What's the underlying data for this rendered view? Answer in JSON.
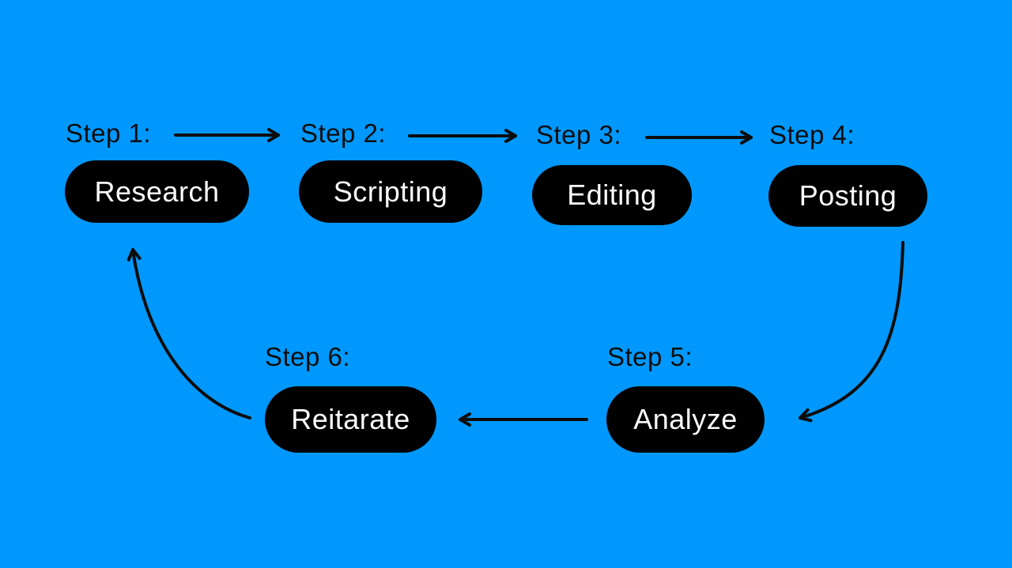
{
  "diagram": {
    "type": "workflow-cycle",
    "colors": {
      "background": "#0098fc",
      "pill_fill": "#010101",
      "pill_text": "#fcfcfc",
      "label_text": "#0d0d0d",
      "arrow": "#0d0d0d"
    },
    "steps": [
      {
        "label": "Step 1:",
        "name": "Research"
      },
      {
        "label": "Step 2:",
        "name": "Scripting"
      },
      {
        "label": "Step 3:",
        "name": "Editing"
      },
      {
        "label": "Step 4:",
        "name": "Posting"
      },
      {
        "label": "Step 5:",
        "name": "Analyze"
      },
      {
        "label": "Step 6:",
        "name": "Reitarate"
      }
    ],
    "flow": [
      "Research -> Scripting",
      "Scripting -> Editing",
      "Editing -> Posting",
      "Posting -> Analyze",
      "Analyze -> Reitarate",
      "Reitarate -> Research"
    ]
  }
}
